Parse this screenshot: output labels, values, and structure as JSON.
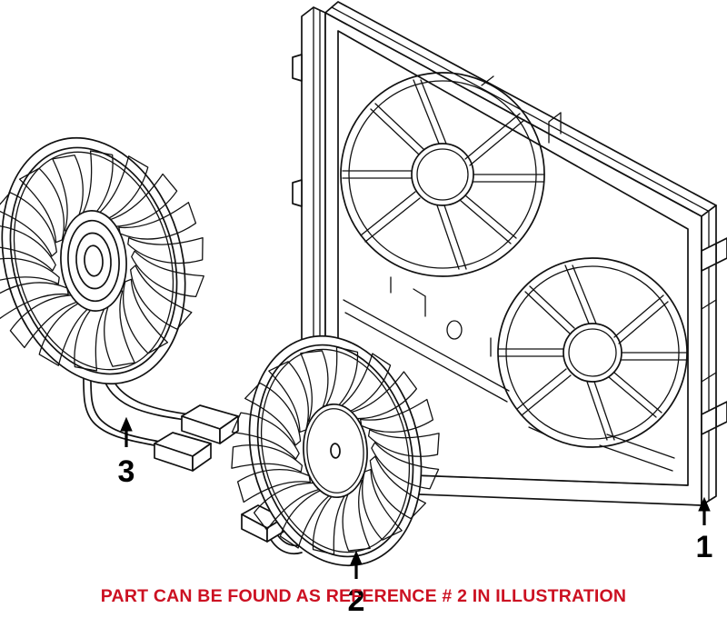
{
  "illustration": {
    "title": "Engine cooling fan assembly exploded parts diagram",
    "background_color": "#ffffff",
    "line_color": "#111111",
    "style": "line-art technical illustration"
  },
  "callouts": [
    {
      "id": "callout-1",
      "number": "1",
      "points_to": "fan shroud assembly",
      "arrow_direction": "up"
    },
    {
      "id": "callout-2",
      "number": "2",
      "points_to": "lower cooling fan",
      "arrow_direction": "up"
    },
    {
      "id": "callout-3",
      "number": "3",
      "points_to": "wiring harness connectors",
      "arrow_direction": "up"
    }
  ],
  "parts": {
    "shroud": {
      "name": "fan shroud frame",
      "openings": 2,
      "spokes_per_opening": 8,
      "left_tabs": 2,
      "right_brackets": 2
    },
    "upper_fan": {
      "name": "cooling fan with wiring harness",
      "blade_count": 18,
      "hub_rings": 4,
      "connector_count": 2
    },
    "lower_fan": {
      "name": "cooling fan",
      "blade_count": 18,
      "hub_rings": 1,
      "connector_count": 1
    }
  },
  "caption": {
    "text": "PART CAN BE FOUND AS REFERENCE # 2 IN ILLUSTRATION",
    "color": "#cc1122"
  }
}
